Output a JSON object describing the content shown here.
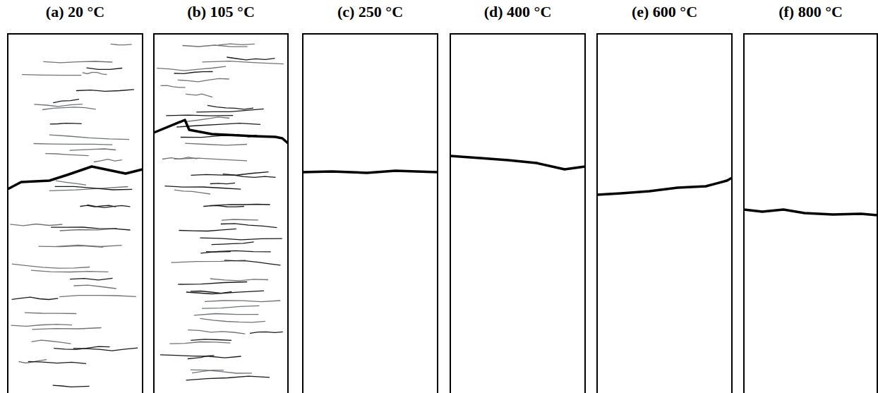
{
  "diagram": {
    "nodes": [
      {
        "text": [
          "(a) 20 °C"
        ]
      },
      {
        "text": [
          "(b) 105 °C"
        ]
      },
      {
        "text": [
          "(c) 250 °C"
        ]
      },
      {
        "text": [
          "(d) 400 °C"
        ]
      },
      {
        "text": [
          "(e) 600 °C"
        ]
      },
      {
        "text": [
          "(f) 800 °C"
        ]
      }
    ]
  }
}
